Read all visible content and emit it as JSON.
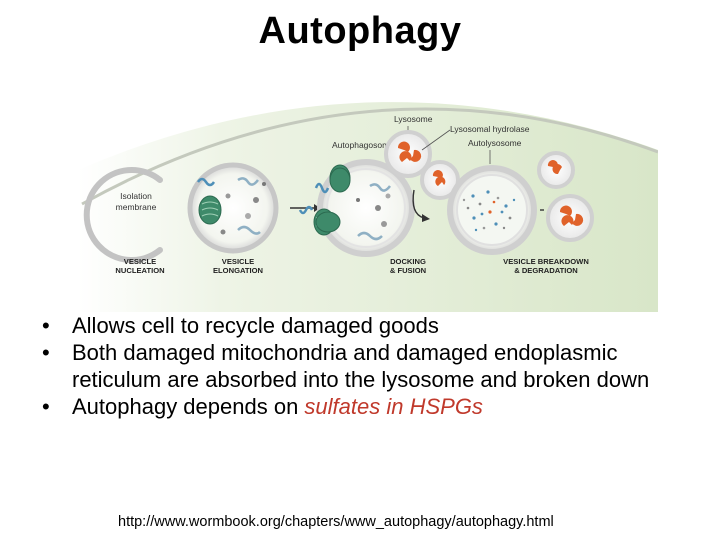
{
  "slide": {
    "title": "Autophagy",
    "bullets": [
      {
        "text": "Allows cell to recycle damaged goods",
        "emphasis": ""
      },
      {
        "text": "Both damaged mitochondria and damaged endoplasmic reticulum are absorbed into the lysosome and broken down",
        "emphasis": ""
      },
      {
        "text": "Autophagy depends on ",
        "emphasis": "sulfates in HSPGs"
      }
    ],
    "source_url": "http://www.wormbook.org/chapters/www_autophagy/autophagy.html",
    "bullet_glyph": "•"
  },
  "figure": {
    "labels": {
      "isolation_membrane_1": "Isolation",
      "isolation_membrane_2": "membrane",
      "autophagosome": "Autophagosome",
      "lysosome": "Lysosome",
      "lysosomal_hydrolase": "Lysosomal hydrolase",
      "autolysosome": "Autolysosome"
    },
    "stages": {
      "nucleation_1": "VESICLE",
      "nucleation_2": "NUCLEATION",
      "elongation_1": "VESICLE",
      "elongation_2": "ELONGATION",
      "docking_1": "DOCKING",
      "docking_2": "& FUSION",
      "breakdown_1": "VESICLE BREAKDOWN",
      "breakdown_2": "& DEGRADATION"
    },
    "colors": {
      "cell_bg": "#dfead0",
      "membrane": "#c8c8c8",
      "mitochondria": "#3e8a6a",
      "hydrolase": "#e0622a",
      "er": "#4e8fb8",
      "emphasis": "#c0392b"
    }
  }
}
